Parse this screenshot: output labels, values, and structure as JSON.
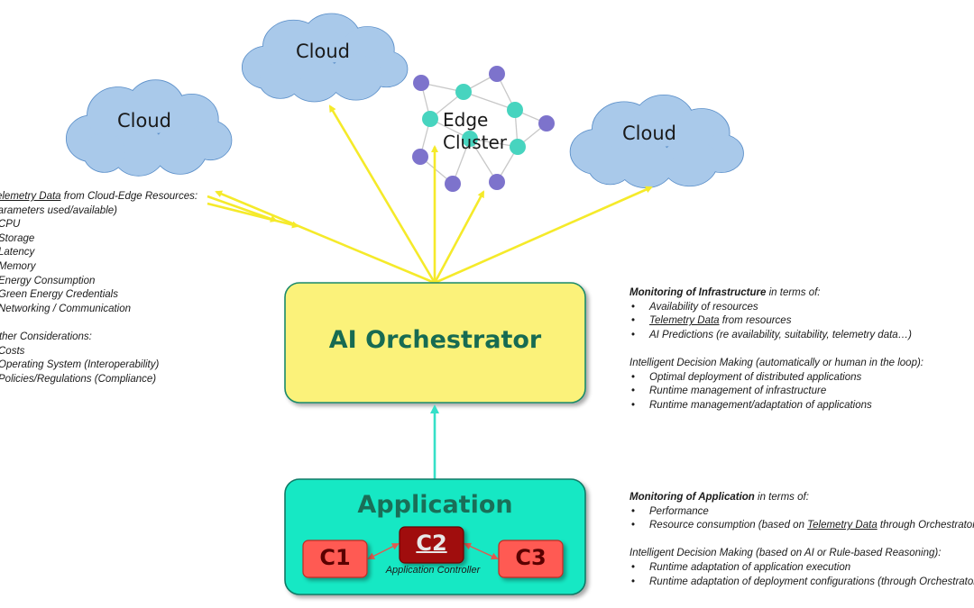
{
  "colors": {
    "cloud_fill": "#a9c9ea",
    "cloud_stroke": "#5b8fc9",
    "arrow_yellow": "#f5ea2a",
    "arrow_cyan": "#35e0c8",
    "orchestrator_fill": "#fbf27a",
    "orchestrator_stroke": "#1a8a6a",
    "application_fill": "#18e8c4",
    "application_stroke": "#117a66",
    "component_fill": "#ff5a52",
    "controller_fill": "#a01010",
    "node_teal": "#47d4bf",
    "node_purple": "#7d73cc",
    "connector_red": "#e05a50"
  },
  "clouds": [
    {
      "id": "cloud-left",
      "label": "Cloud"
    },
    {
      "id": "cloud-top",
      "label": "Cloud"
    },
    {
      "id": "cloud-right",
      "label": "Cloud"
    }
  ],
  "edge_cluster": {
    "line1": "Edge",
    "line2": "Cluster"
  },
  "orchestrator": {
    "title": "AI Orchestrator"
  },
  "application": {
    "title": "Application",
    "components": [
      "C1",
      "C2",
      "C3"
    ],
    "controller_label": "Application Controller"
  },
  "left_panel": {
    "title_underlined": "Telemetry Data",
    "title_rest": " from Cloud-Edge Resources:",
    "params_header": "Parameters used/available)",
    "params": [
      "CPU",
      "Storage",
      "Latency",
      "Memory",
      "Energy Consumption",
      "Green Energy Credentials",
      "Networking / Communication"
    ],
    "other_header": "Other Considerations:",
    "other": [
      "Costs",
      "Operating System (Interoperability)",
      "Policies/Regulations (Compliance)"
    ]
  },
  "right_panel_infra": {
    "header_bold": "Monitoring of Infrastructure",
    "header_rest": " in terms of:",
    "items": [
      {
        "pre": "",
        "underline": "",
        "text": "Availability of resources"
      },
      {
        "pre": "",
        "underline": "Telemetry Data",
        "text": " from resources"
      },
      {
        "pre": "",
        "underline": "",
        "text": "AI Predictions (re availability, suitability, telemetry data…)"
      }
    ],
    "decision_header": "Intelligent Decision Making (automatically or human in the loop):",
    "decision_items": [
      "Optimal deployment of distributed applications",
      "Runtime management of infrastructure",
      "Runtime management/adaptation of applications"
    ]
  },
  "right_panel_app": {
    "header_bold": "Monitoring of Application",
    "header_rest": " in terms of:",
    "items_plain": [
      "Performance"
    ],
    "item_telemetry": {
      "pre": "Resource consumption (based on ",
      "underline": "Telemetry Data",
      "post": " through Orchestrator)"
    },
    "decision_header": "Intelligent Decision Making (based on AI or Rule-based Reasoning):",
    "decision_items": [
      "Runtime adaptation of application execution",
      "Runtime adaptation of deployment configurations (through Orchestrator)"
    ]
  }
}
